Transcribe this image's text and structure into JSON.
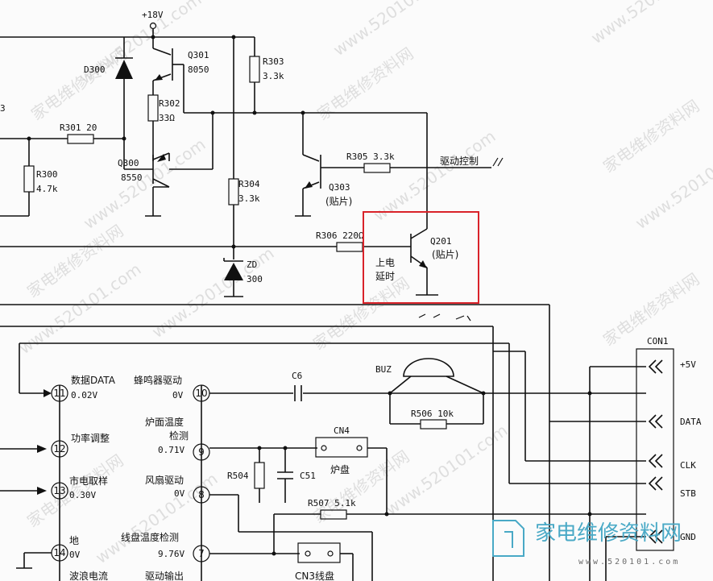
{
  "power": {
    "label": "+18V"
  },
  "components": {
    "d300": "D300",
    "q301": "Q301",
    "q301_type": "8050",
    "r303": "R303",
    "r303_val": "3.3k",
    "r302": "R302",
    "r302_val": "33Ω",
    "r301": "R301 20",
    "r300": "R300",
    "r300_val": "4.7k",
    "q300": "Q300",
    "q300_type": "8550",
    "r305": "R305 3.3k",
    "drive": "驱动控制",
    "q303": "Q303",
    "q303_pkg": "(贴片)",
    "r304": "R304",
    "r304_val": "3.3k",
    "r306": "R306  220Ω",
    "q201": "Q201",
    "q201_pkg": "(贴片)",
    "delay_1": "上电",
    "delay_2": "延时",
    "zd": "ZD",
    "zd_val": "300",
    "left_num": "3",
    "c6": "C6",
    "buz": "BUZ",
    "r506": "R506  10k",
    "cn4": "CN4",
    "lupan": "炉盘",
    "r504": "R504",
    "c51": "C51",
    "r507": "R507  5.1k",
    "cn3": "CN3线盘"
  },
  "ic_pins": {
    "left": [
      {
        "num": "11",
        "name": "数据DATA",
        "volt": "0.02V"
      },
      {
        "num": "12",
        "name": "功率调整",
        "volt": ""
      },
      {
        "num": "13",
        "name": "市电取样",
        "volt": "0.30V"
      },
      {
        "num": "14",
        "name": "地",
        "volt": "0V"
      }
    ],
    "right": [
      {
        "num": "10",
        "name": "蜂鸣器驱动",
        "name2": "",
        "volt": "0V"
      },
      {
        "num": "9",
        "name": "炉面温度",
        "name2": "检测",
        "volt": "0.71V"
      },
      {
        "num": "8",
        "name": "风扇驱动",
        "name2": "",
        "volt": "0V"
      },
      {
        "num": "7",
        "name": "线盘温度检测",
        "name2": "",
        "volt": "9.76V"
      }
    ],
    "bottom_left": "波浪电流",
    "bottom_right": "驱动输出"
  },
  "connector": {
    "name": "CON1",
    "pins": [
      "+5V",
      "DATA",
      "CLK",
      "STB",
      "GND"
    ]
  },
  "watermark": {
    "text": "www.520101.com",
    "text_cn": "家电维修资料网",
    "logo": "家电维修资料网",
    "url": "www.520101.com"
  },
  "colors": {
    "highlight": "#d9232a",
    "logo": "#49a9c6"
  }
}
